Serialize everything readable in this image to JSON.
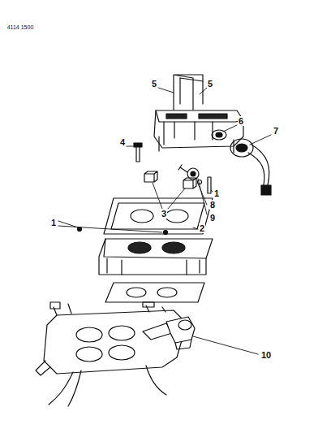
{
  "diagram": {
    "labels": [
      "4114 1500",
      "5",
      "5",
      "6",
      "4",
      "7",
      "1",
      "8",
      "3",
      "9",
      "1",
      "2",
      "10"
    ]
  }
}
